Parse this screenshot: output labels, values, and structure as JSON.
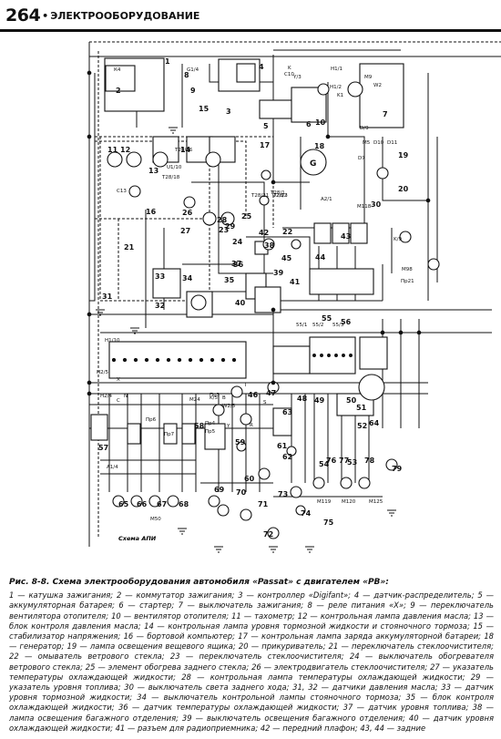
{
  "header": {
    "page_number": "264",
    "bullet": "•",
    "section_title": "ЭЛЕКТРООБОРУДОВАНИЕ"
  },
  "diagram": {
    "box_label_left_bottom": "Схема АПИ",
    "labels": {
      "k4": "К4",
      "g14": "G1/4",
      "k": "K",
      "c10": "C10",
      "y3": "Y/3",
      "h11": "H1/1",
      "h12": "H1/2",
      "k1": "K1",
      "m9": "M9",
      "w2": "W2",
      "d9": "D/9",
      "t28_3": "T28/3",
      "t28_1": "T28/1",
      "t28_18": "T28/18",
      "t28_21": "T28/21",
      "t28_16": "T28/16",
      "u110": "U1/10",
      "u212": "U2/12",
      "a21": "A2/1",
      "c13": "C13",
      "d7": "D7",
      "m5": "M5",
      "d10": "D10",
      "d11": "D11",
      "m118": "M118",
      "k9": "K/9",
      "m98": "M98",
      "pr21": "Пр21",
      "pr3": "Пр3",
      "pr4": "Пр4",
      "pr5": "Пр5",
      "pr6": "Пр6",
      "pr7": "Пр7",
      "s5": "55/1",
      "s52": "55/2",
      "s53": "55/3",
      "h110": "H1/10",
      "h25": "H2/5",
      "h24": "H2/4",
      "n119": "M119",
      "m120": "M120",
      "m125": "M125",
      "m50": "M50",
      "m24": "M24",
      "a14": "A1/4",
      "w25": "W2/5",
      "k5": "K/5",
      "b": "B",
      "t": "T",
      "y": "Y",
      "c": "C",
      "x": "X",
      "n": "N",
      "r": "R",
      "s": "S"
    },
    "numbers": [
      "1",
      "2",
      "3",
      "4",
      "5",
      "6",
      "7",
      "8",
      "9",
      "10",
      "11",
      "12",
      "13",
      "14",
      "15",
      "16",
      "17",
      "18",
      "19",
      "20",
      "21",
      "22",
      "23",
      "24",
      "25",
      "26",
      "27",
      "28",
      "29",
      "30",
      "31",
      "32",
      "33",
      "34",
      "35",
      "36",
      "37",
      "38",
      "39",
      "40",
      "41",
      "42",
      "43",
      "44",
      "45",
      "46",
      "47",
      "48",
      "49",
      "50",
      "51",
      "52",
      "53",
      "54",
      "55",
      "56",
      "57",
      "58",
      "59",
      "60",
      "61",
      "62",
      "63",
      "64",
      "65",
      "66",
      "67",
      "68",
      "69",
      "70",
      "71",
      "72",
      "73",
      "74",
      "75",
      "76",
      "77",
      "78",
      "79"
    ]
  },
  "caption": {
    "title": "Рис. 8-8. Схема электрооборудования автомобиля «Passat» с двигателем «РВ»:",
    "body": "1 — катушка зажигания; 2 — коммутатор зажигания; 3 — контроллер «Digifant»; 4 — датчик-распределитель; 5 — аккумуляторная батарея; 6 — стартер; 7 — выключатель зажигания; 8 — реле питания «X»; 9 — переключатель вентилятора отопителя; 10 — вентилятор отопителя; 11 — тахометр; 12 — контрольная лампа давления масла; 13 — блок контроля давления масла; 14 — контрольная лампа уровня тормозной жидкости и стояночного тормоза; 15 — стабилизатор напряжения; 16 — бортовой компьютер; 17 — контрольная лампа заряда аккумуляторной батареи; 18 — генератор; 19 — лампа освещения вещевого ящика; 20 — прикуриватель; 21 — переключатель стеклоочистителя; 22 — омыватель ветрового стекла; 23 — переключатель стеклоочистителя; 24 — выключатель обогревателя ветрового стекла; 25 — элемент обогрева заднего стекла; 26 — электродвигатель стеклоочистителя; 27 — указатель температуры охлаждающей жидкости; 28 — контрольная лампа температуры охлаждающей жидкости; 29 — указатель уровня топлива; 30 — выключатель света заднего хода; 31, 32 — датчики давления масла; 33 — датчик уровня тормозной жидкости; 34 — выключатель контрольной лампы стояночного тормоза; 35 — блок контроля охлаждающей жидкости; 36 — датчик температуры охлаждающей жидкости; 37 — датчик уровня топлива; 38 — лампа освещения багажного отделения; 39 — выключатель освещения багажного отделения; 40 — датчик уровня охлаждающей жидкости; 41 — разъем для радиоприемника; 42 — передний плафон; 43, 44 — задние"
  }
}
